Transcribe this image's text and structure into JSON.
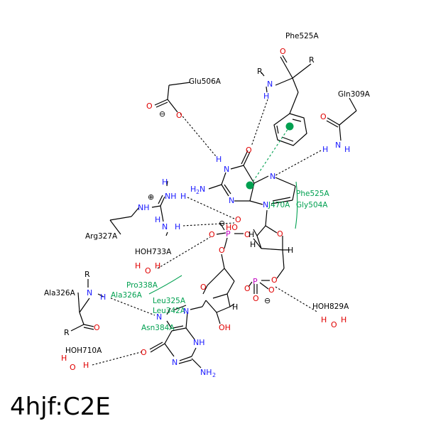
{
  "title": "4hjf:C2E",
  "colors": {
    "carbon": "#000000",
    "nitrogen": "#1a1aff",
    "oxygen": "#e00000",
    "phosphorus": "#c000c0",
    "hydrophobic": "#00a050",
    "pi_stack_center": "#00a050"
  },
  "residues": {
    "phe525a": "Phe525A",
    "glu506a": "Glu506A",
    "gln309a": "Gln309A",
    "arg327a": "Arg327A",
    "hoh733a": "HOH733A",
    "ala326a": "Ala326A",
    "hoh829a": "HOH829A",
    "hoh710a": "HOH710A"
  },
  "hydrophobic_contacts": {
    "phe525a": "Phe525A",
    "gly504a": "Gly504A",
    "j470a": "J470A",
    "pro338a": "Pro338A",
    "ala326a": "Ala326A",
    "leu325a": "Leu325A",
    "leu342a": "Leu342A",
    "asn384a": "Asn384A"
  },
  "atoms": {
    "O": "O",
    "N": "N",
    "H": "H",
    "R": "R",
    "P": "P",
    "NH": "NH",
    "NH2": "NH",
    "H2N": "H",
    "HO": "HO",
    "OH": "OH",
    "charge_minus": "⊖",
    "charge_plus": "⊕",
    "sub2": "2"
  }
}
